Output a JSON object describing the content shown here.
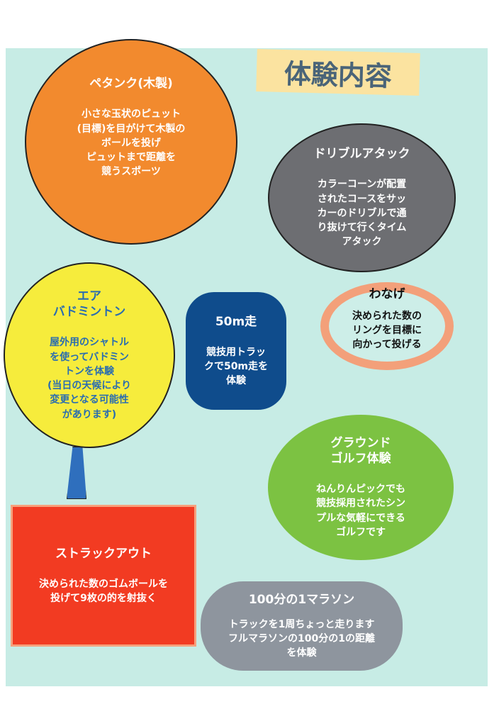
{
  "title": "体験内容",
  "items": {
    "petanque": {
      "title": "ペタンク(木製)",
      "desc": [
        "小さな玉状のピュット",
        "(目標)を目がけて木製の",
        "ボールを投げ",
        "ピュットまで距離を",
        "競うスポーツ"
      ]
    },
    "dribble": {
      "title": "ドリブルアタック",
      "desc": [
        "カラーコーンが配置",
        "されたコースをサッ",
        "カーのドリブルで通",
        "り抜けて行くタイム",
        "アタック"
      ]
    },
    "air_badminton": {
      "title": [
        "エア",
        "バドミントン"
      ],
      "desc": [
        "屋外用のシャトル",
        "を使ってバドミン",
        "トンを体験",
        "(当日の天候により",
        "変更となる可能性",
        "があります)"
      ]
    },
    "dash50": {
      "title": "50m走",
      "desc": [
        "競技用トラッ",
        "クで50m走を",
        "体験"
      ]
    },
    "wanage": {
      "title": "わなげ",
      "desc": [
        "決められた数の",
        "リングを目標に",
        "向かって投げる"
      ]
    },
    "ground_golf": {
      "title": [
        "グラウンド",
        "ゴルフ体験"
      ],
      "desc": [
        "ねんりんピックでも",
        "競技採用されたシン",
        "プルな気軽にできる",
        "ゴルフです"
      ]
    },
    "strikeout": {
      "title": "ストラックアウト",
      "desc": [
        "決められた数のゴムボールを",
        "投げて9枚の的を射抜く"
      ]
    },
    "marathon": {
      "title": "100分の1マラソン",
      "desc": [
        "トラックを1周ちょっと走ります",
        "フルマラソンの100分の1の距離",
        "を体験"
      ]
    }
  }
}
